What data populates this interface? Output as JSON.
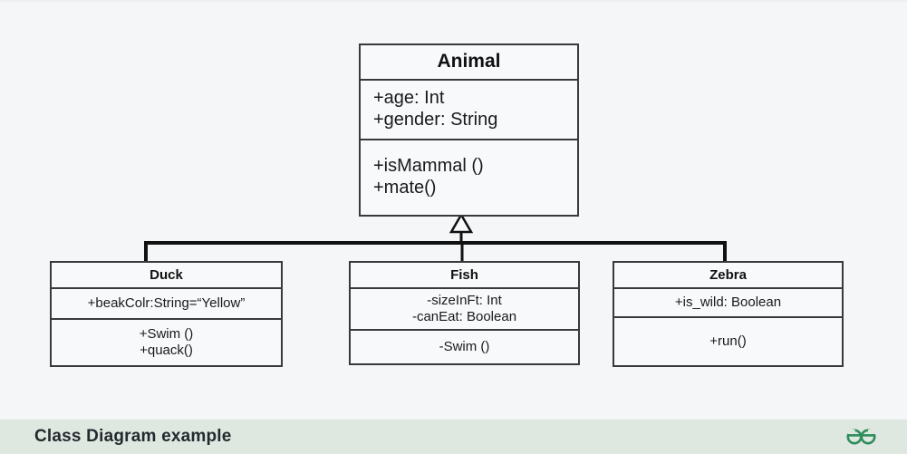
{
  "page": {
    "background_color": "#f4f6f8",
    "diagram_type": "UML Class Diagram"
  },
  "diagram": {
    "relationship": "generalization",
    "arrow_name": "hollow-triangle-inheritance-arrow",
    "classes": [
      {
        "id": "animal",
        "name": "Animal",
        "attributes": [
          "+age: Int",
          "+gender: String"
        ],
        "operations": [
          "+isMammal ()",
          "+mate()"
        ]
      },
      {
        "id": "duck",
        "name": "Duck",
        "attributes": [
          "+beakColr:String=“Yellow”"
        ],
        "operations": [
          "+Swim ()",
          "+quack()"
        ]
      },
      {
        "id": "fish",
        "name": "Fish",
        "attributes": [
          "-sizeInFt: Int",
          "-canEat: Boolean"
        ],
        "operations": [
          "-Swim ()"
        ]
      },
      {
        "id": "zebra",
        "name": "Zebra",
        "attributes": [
          "+is_wild: Boolean"
        ],
        "operations": [
          "+run()"
        ]
      }
    ]
  },
  "footer": {
    "caption": "Class Diagram example",
    "background_color": "#dee7e0",
    "logo_name": "geeksforgeeks-logo",
    "logo_color": "#2f8d5b"
  }
}
